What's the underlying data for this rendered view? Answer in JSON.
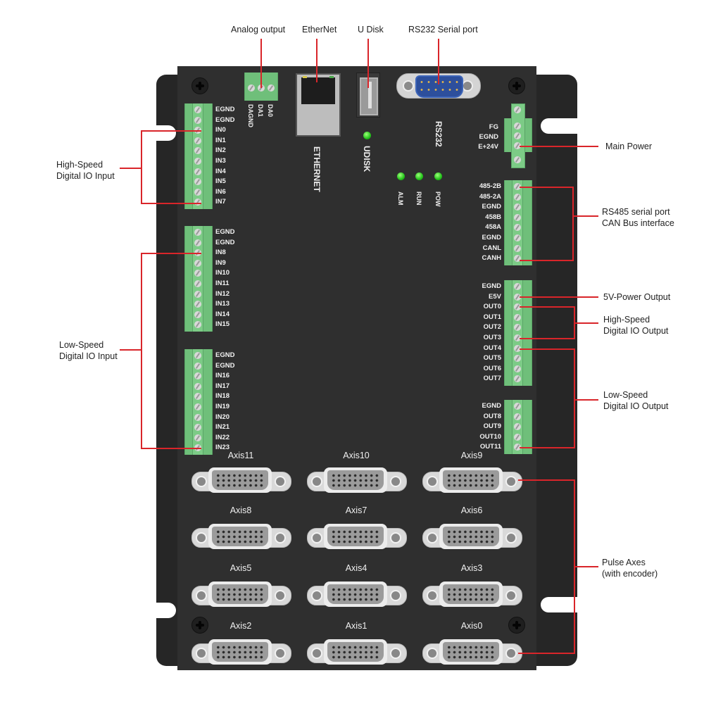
{
  "callouts": {
    "analog_output": "Analog output",
    "ethernet": "EtherNet",
    "udisk": "U Disk",
    "rs232": "RS232 Serial port",
    "main_power": "Main Power",
    "rs485_line1": "RS485 serial port",
    "rs485_line2": "CAN Bus interface",
    "power_5v": "5V-Power Output",
    "hs_out_line1": "High-Speed",
    "hs_out_line2": "Digital IO Output",
    "ls_out_line1": "Low-Speed",
    "ls_out_line2": "Digital IO Output",
    "hs_in_line1": "High-Speed",
    "hs_in_line2": "Digital IO Input",
    "ls_in_line1": "Low-Speed",
    "ls_in_line2": "Digital IO Input",
    "pulse_line1": "Pulse Axes",
    "pulse_line2": "(with encoder)"
  },
  "board_labels": {
    "ethernet": "ETHERNET",
    "udisk": "UDISK",
    "rs232": "RS232",
    "leds": [
      "ALM",
      "RUN",
      "POW"
    ]
  },
  "analog_pins": [
    "DAGND",
    "DA1",
    "DA0"
  ],
  "power_pins": [
    "FG",
    "EGND",
    "E+24V"
  ],
  "input_block_1": [
    "EGND",
    "EGND",
    "IN0",
    "IN1",
    "IN2",
    "IN3",
    "IN4",
    "IN5",
    "IN6",
    "IN7"
  ],
  "input_block_2": [
    "EGND",
    "EGND",
    "IN8",
    "IN9",
    "IN10",
    "IN11",
    "IN12",
    "IN13",
    "IN14",
    "IN15"
  ],
  "input_block_3": [
    "EGND",
    "EGND",
    "IN16",
    "IN17",
    "IN18",
    "IN19",
    "IN20",
    "IN21",
    "IN22",
    "IN23"
  ],
  "rs485_pins": [
    "485-2B",
    "485-2A",
    "EGND",
    "458B",
    "458A",
    "EGND",
    "CANL",
    "CANH"
  ],
  "output_block_1": [
    "EGND",
    "E5V",
    "OUT0",
    "OUT1",
    "OUT2",
    "OUT3",
    "OUT4",
    "OUT5",
    "OUT6",
    "OUT7"
  ],
  "output_block_2": [
    "EGND",
    "OUT8",
    "OUT9",
    "OUT10",
    "OUT11"
  ],
  "axes": [
    "Axis11",
    "Axis10",
    "Axis9",
    "Axis8",
    "Axis7",
    "Axis6",
    "Axis5",
    "Axis4",
    "Axis3",
    "Axis2",
    "Axis1",
    "Axis0"
  ]
}
